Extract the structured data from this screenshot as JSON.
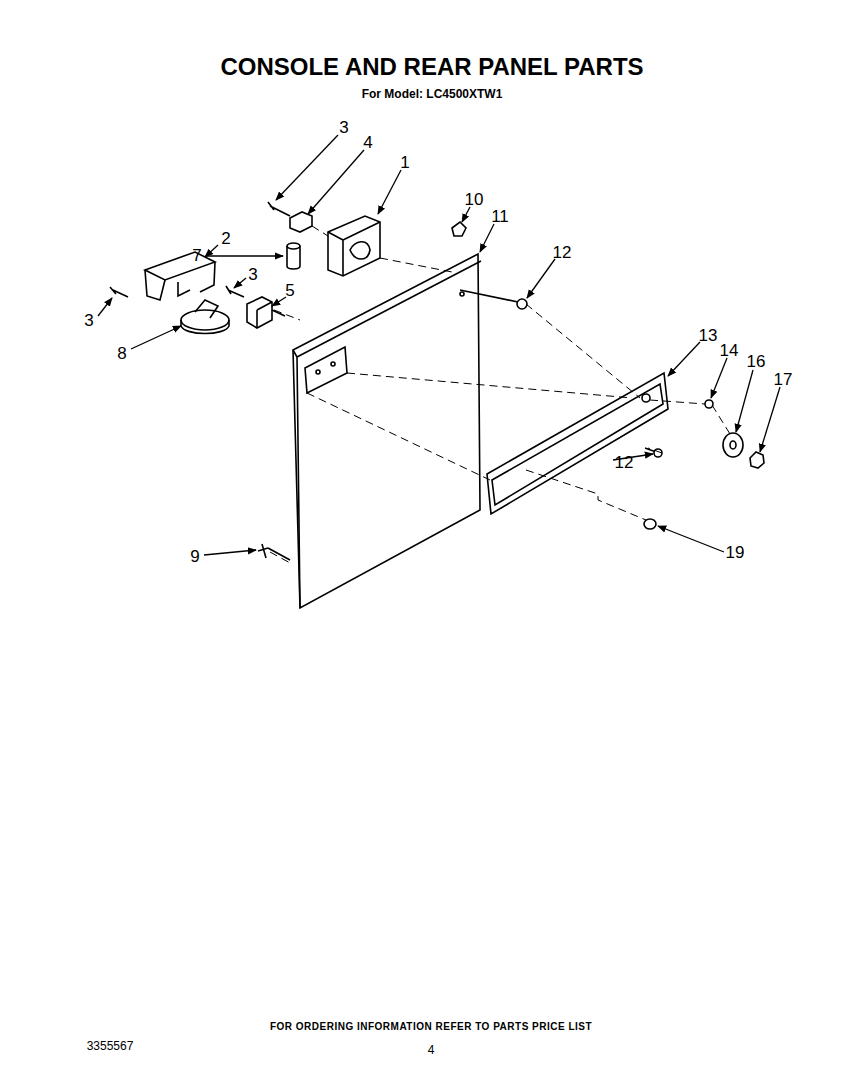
{
  "diagram": {
    "title": "CONSOLE AND REAR PANEL PARTS",
    "labels": [
      "For Model: LC4500XTW1",
      "3",
      "4",
      "1",
      "10",
      "11",
      "2",
      "12",
      "7",
      "3",
      "5",
      "3",
      "8",
      "13",
      "14",
      "16",
      "17",
      "12",
      "9",
      "19",
      "FOR ORDERING INFORMATION REFER TO PARTS PRICE LIST",
      "3355567",
      "4"
    ]
  }
}
